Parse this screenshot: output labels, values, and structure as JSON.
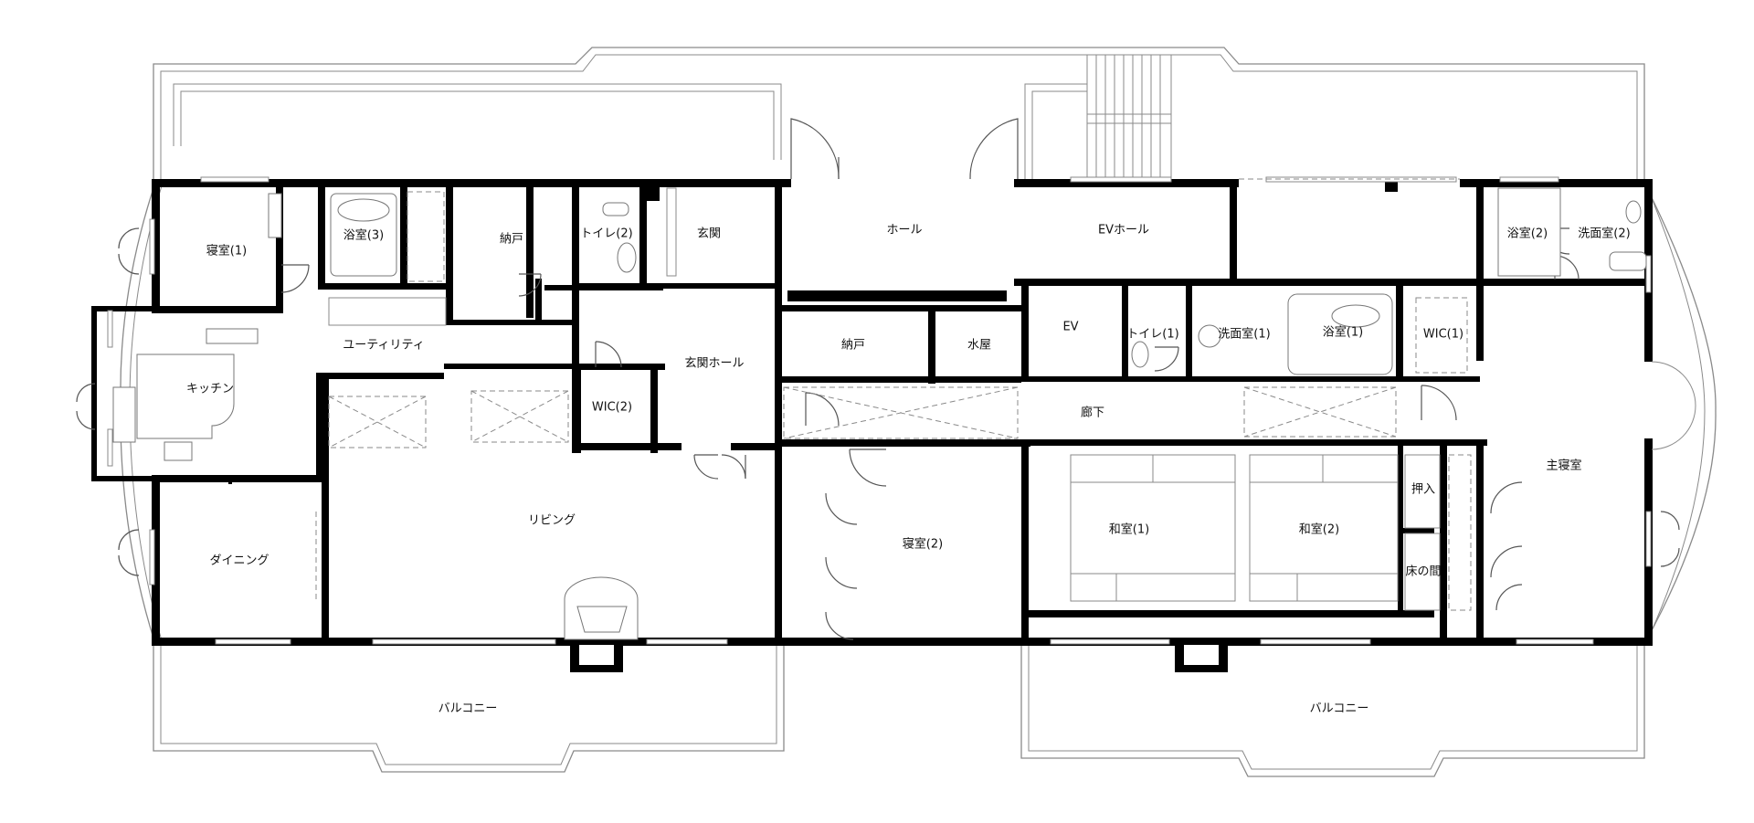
{
  "rooms": {
    "bedroom1": "寝室(1)",
    "bath3": "浴室(3)",
    "storage1": "納戸",
    "toilet2": "トイレ(2)",
    "entrance": "玄関",
    "hall": "ホール",
    "ev_hall": "EVホール",
    "bath2": "浴室(2)",
    "wash2": "洗面室(2)",
    "utility": "ユーティリティ",
    "kitchen": "キッチン",
    "entrance_hall": "玄関ホール",
    "wic2": "WIC(2)",
    "storage2": "納戸",
    "water_room": "水屋",
    "ev": "EV",
    "toilet1": "トイレ(1)",
    "wash1": "洗面室(1)",
    "bath1": "浴室(1)",
    "wic1": "WIC(1)",
    "corridor": "廊下",
    "living": "リビング",
    "dining": "ダイニング",
    "bedroom2": "寝室(2)",
    "washitsu1": "和室(1)",
    "washitsu2": "和室(2)",
    "oshiire": "押入",
    "tokonoma": "床の間",
    "master_bedroom": "主寝室",
    "balcony_left": "バルコニー",
    "balcony_right": "バルコニー"
  },
  "colors": {
    "wall": "#000000",
    "line": "#8a8a8a",
    "background": "#ffffff"
  }
}
